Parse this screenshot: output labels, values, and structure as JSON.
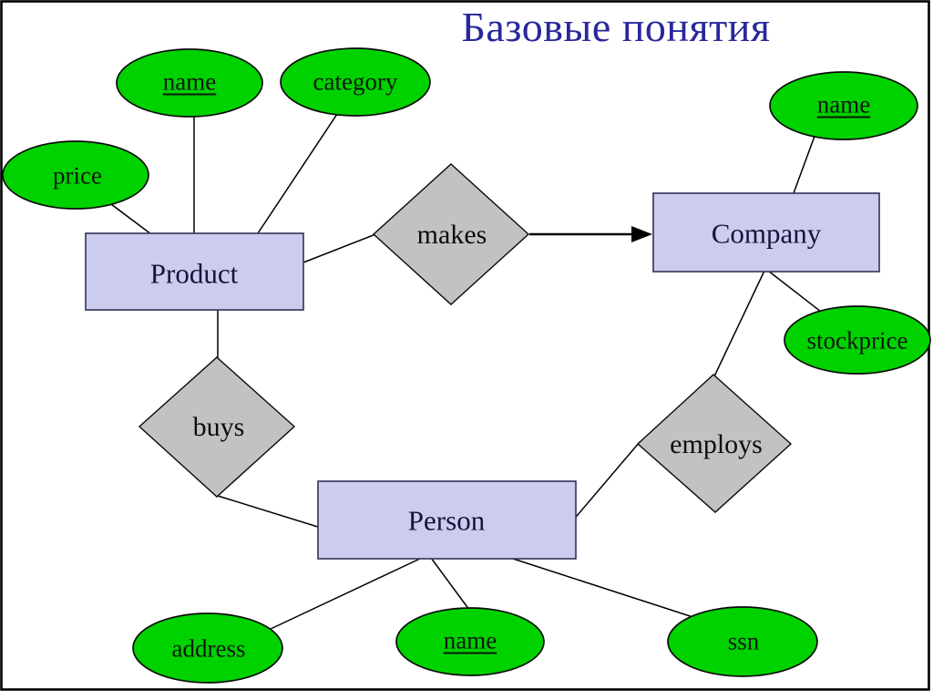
{
  "title": "Базовые понятия",
  "colors": {
    "title_text": "#28289c",
    "entity_fill": "#ccccee",
    "entity_border": "#3c3c5e",
    "relationship_fill": "#c2c2c2",
    "attribute_fill": "#00d200",
    "shape_border": "#0a0a0a",
    "connector_line": "#000000",
    "slide_border": "#000000"
  },
  "entities": {
    "product": {
      "label": "Product"
    },
    "company": {
      "label": "Company"
    },
    "person": {
      "label": "Person"
    }
  },
  "relationships": {
    "makes": {
      "label": "makes",
      "from": "Product",
      "to": "Company",
      "arrow_to": "Company"
    },
    "buys": {
      "label": "buys",
      "from": "Product",
      "to": "Person"
    },
    "employs": {
      "label": "employs",
      "from": "Company",
      "to": "Person"
    }
  },
  "attributes": {
    "product_name": {
      "label": "name",
      "of": "Product",
      "key": true
    },
    "product_category": {
      "label": "category",
      "of": "Product",
      "key": false
    },
    "product_price": {
      "label": "price",
      "of": "Product",
      "key": false
    },
    "company_name": {
      "label": "name",
      "of": "Company",
      "key": true
    },
    "company_stockprice": {
      "label": "stockprice",
      "of": "Company",
      "key": false
    },
    "person_address": {
      "label": "address",
      "of": "Person",
      "key": false
    },
    "person_name": {
      "label": "name",
      "of": "Person",
      "key": true
    },
    "person_ssn": {
      "label": "ssn",
      "of": "Person",
      "key": false
    }
  }
}
